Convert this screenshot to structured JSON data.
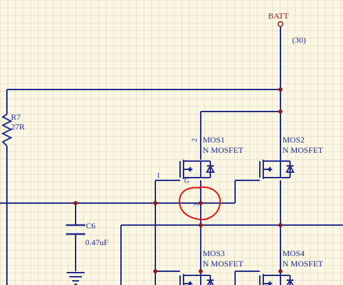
{
  "colors": {
    "background": "#fbf7e4",
    "grid": "#d9d2b4",
    "wire": "#1f2a8a",
    "junction": "#8b1a1a",
    "label": "#1f2a8a",
    "net_label": "#8b1a1a",
    "annotation": "#e01010"
  },
  "net": {
    "batt": "BATT",
    "batt_note": "(30)"
  },
  "components": {
    "r7": {
      "ref": "R7",
      "value": "27R"
    },
    "c6": {
      "ref": "C6",
      "value": "0.47uF"
    },
    "mos1": {
      "ref": "MOS1",
      "type": "N MOSFET",
      "pin_drain": "2",
      "pin_source": "3",
      "pin_gate": "1",
      "gate_letter": "G"
    },
    "mos2": {
      "ref": "MOS2",
      "type": "N MOSFET"
    },
    "mos3": {
      "ref": "MOS3",
      "type": "N MOSFET"
    },
    "mos4": {
      "ref": "MOS4",
      "type": "N MOSFET"
    }
  },
  "icons": {
    "ground": "ground-icon",
    "annotation_circle": "circle-annotation-icon"
  }
}
